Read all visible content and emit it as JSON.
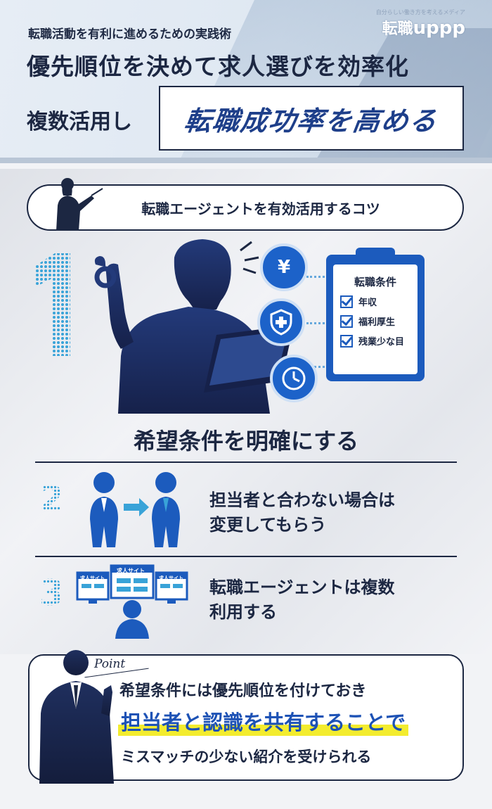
{
  "header": {
    "subtitle": "転職活動を有利に進めるための実践術",
    "title_line1": "優先順位を決めて求人選びを効率化",
    "title_line2": "複数活用し",
    "title_highlight": "転職成功率を高める",
    "logo_tagline": "自分らしい働き方を考えるメディア",
    "logo_prefix": "転職",
    "logo_name": "uppp"
  },
  "section": {
    "pill_label": "転職エージェントを有効活用するコツ"
  },
  "step1": {
    "number": "1",
    "heading": "希望条件を明確にする",
    "money_symbol": "¥",
    "checklist_title": "転職条件",
    "checklist": [
      "年収",
      "福利厚生",
      "残業少な目"
    ]
  },
  "step2": {
    "number": "2",
    "line1": "担当者と合わない場合は",
    "line2": "変更してもらう"
  },
  "step3": {
    "number": "3",
    "site_label": "求人サイト",
    "line1": "転職エージェントは複数",
    "line2": "利用する"
  },
  "point": {
    "label": "Point",
    "line1": "希望条件には優先順位を付けておき",
    "line2": "担当者と認識を共有することで",
    "line3": "ミスマッチの少ない紹介を受けられる"
  },
  "colors": {
    "navy": "#1c2742",
    "accent_blue": "#1c62c9",
    "dot_blue": "#39a3d8",
    "highlight_yellow": "#f3ec2e"
  }
}
